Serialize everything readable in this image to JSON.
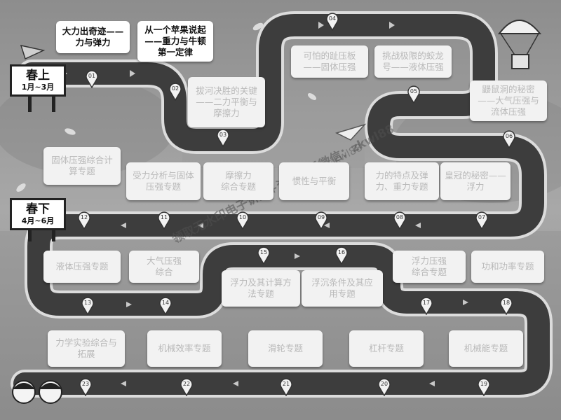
{
  "signs": [
    {
      "title": "春上",
      "dates": "1月~3月"
    },
    {
      "title": "春下",
      "dates": "4月~6月"
    }
  ],
  "stops": [
    {
      "num": "01",
      "label": "大力出奇迹——\n力与弹力",
      "style": "dark"
    },
    {
      "num": "02",
      "label": "从一个苹果说起\n——重力与牛顿\n第一定律",
      "style": "dark"
    },
    {
      "num": "03",
      "label": "拔河决胜的关键\n——二力平衡与\n摩擦力",
      "style": "light"
    },
    {
      "num": "04",
      "label": "可怕的趾压板\n——固体压强",
      "style": "light"
    },
    {
      "num": "05",
      "label": "挑战极限的蛟龙\n号——液体压强",
      "style": "light"
    },
    {
      "num": "06",
      "label": "鼹鼠洞的秘密\n——大气压强与\n流体压强",
      "style": "light"
    },
    {
      "num": "07",
      "label": "皇冠的秘密——\n浮力",
      "style": "light"
    },
    {
      "num": "08",
      "label": "力的特点及弹\n力、重力专题",
      "style": "light"
    },
    {
      "num": "09",
      "label": "惯性与平衡",
      "style": "light"
    },
    {
      "num": "10",
      "label": "摩擦力\n综合专题",
      "style": "light"
    },
    {
      "num": "11",
      "label": "受力分析与固体\n压强专题",
      "style": "light"
    },
    {
      "num": "12",
      "label": "固体压强综合计\n算专题",
      "style": "light"
    },
    {
      "num": "13",
      "label": "液体压强专题",
      "style": "light"
    },
    {
      "num": "14",
      "label": "大气压强\n综合",
      "style": "light"
    },
    {
      "num": "15",
      "label": "浮力及其计算方\n法专题",
      "style": "light"
    },
    {
      "num": "16",
      "label": "浮沉条件及其应\n用专题",
      "style": "light"
    },
    {
      "num": "17",
      "label": "浮力压强\n综合专题",
      "style": "light"
    },
    {
      "num": "18",
      "label": "功和功率专题",
      "style": "light"
    },
    {
      "num": "19",
      "label": "机械能专题",
      "style": "light"
    },
    {
      "num": "20",
      "label": "杠杆专题",
      "style": "light"
    },
    {
      "num": "21",
      "label": "滑轮专题",
      "style": "light"
    },
    {
      "num": "22",
      "label": "机械效率专题",
      "style": "light"
    },
    {
      "num": "23",
      "label": "力学实验综合与\n拓展",
      "style": "light"
    }
  ],
  "watermark": "领取无水印电子讲义+资料联系微信：zkwl88",
  "watermark2": "zkwl88"
}
